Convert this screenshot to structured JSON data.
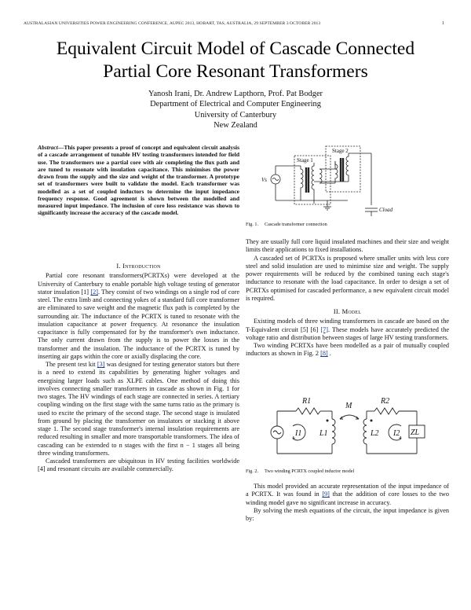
{
  "header": {
    "running_head": "AUSTRALASIAN UNIVERSITIES POWER ENGINEERING CONFERENCE, AUPEC 2013, HOBART, TAS, AUSTRALIA, 29 SEPTEMBER  3 OCTOBER 2013",
    "page_number": "1"
  },
  "title": {
    "line1": "Equivalent Circuit Model of Cascade Connected",
    "line2": "Partial Core Resonant Transformers"
  },
  "authors": {
    "names": "Yanosh Irani, Dr. Andrew Lapthorn, Prof. Pat Bodger",
    "department": "Department of Electrical and Computer Engineering",
    "university": "University of Canterbury",
    "country": "New Zealand"
  },
  "abstract": {
    "lead": "Abstract",
    "text": "—This paper presents a proof of concept and equivalent circuit analysis of a cascade arrangement of tunable HV testing transformers intended for field use. The transformers use a partial core with air completing the flux path and are tuned to resonate with insulation capacitance. This minimises the power drawn from the supply and the size and weight of the transformer. A prototype set of transformers were built to validate the model. Each transformer was modelled as a set of coupled inductors to determine the input impedance frequency response. Good agreement is shown between the modelled and measured input impedance. The inclusion of core loss resistance was shown to significantly increase the accuracy of the cascade model."
  },
  "section1": {
    "numeral": "I.",
    "heading": "Introduction",
    "p1": "Partial core resonant transformers(PCRTXs) were developed at the University of Canterbury to enable portable high voltage testing of generator stator insulation [1] ",
    "p1_ref": "[2]",
    "p1_rest": ". They consist of two windings on a single rod of core steel. The extra limb and connecting yokes of a standard full core transformer are eliminated to save weight and the magnetic flux path is completed by the surrounding air. The inductance of the PCRTX is tuned to resonate with the insulation capacitance at power frequency. At resonance the insulation capacitance is fully compensated for by the transformer's own inductance. The only current drawn from the supply is to power the losses in the transformer and the insulation. The inductance of the PCRTX is tuned by inserting air gaps within the core or axially displacing the core.",
    "p2_a": "The present test kit ",
    "p2_ref": "[3]",
    "p2_b": " was designed for testing generator stators but there is a need to extend its capabilities by generating higher voltages and energising larger loads such as XLPE cables. One method of doing this involves connecting smaller transformers in cascade as shown in Fig. 1 for two stages. The HV windings of each stage are connected in series. A tertiary coupling winding on the first stage with the same turns ratio as the primary is used to excite the primary of the second stage. The second stage is insulated from ground by placing the transformer on insulators or stacking it above stage 1. The second stage transformer's internal insulation requirements are reduced resulting in smaller and more transportable transformers. The idea of cascading can be extended to n stages with the first n − 1 stages all being three winding transformers.",
    "p3": "Cascaded transformers are ubiquitous in HV testing facilities worldwide [4] and resonant circuits are available commercially."
  },
  "figure1": {
    "stage1_label": "Stage 1",
    "stage2_label": "Stage 2",
    "source_label": "Vs",
    "load_label": "Cload",
    "caption_label": "Fig. 1.",
    "caption_text": "Cascade transformer connection"
  },
  "right_text": {
    "p1": "They are usually full core liquid insulated machines and their size and weight limits their applications to fixed installations.",
    "p2": "A cascaded set of PCRTXs is proposed where smaller units with less core steel and solid insulation are used to minimise size and weight. The supply power requirements will be reduced by the combined tuning each stage's inductance to resonate with the load capacitance. In order to design a set of PCRTXs optimised for cascaded performance, a new equivalent circuit model is required."
  },
  "section2": {
    "numeral": "II.",
    "heading": "Model",
    "p1_a": "Existing models of three winding transformers in cascade are based on the T-Equivalent circuit [5] [6] ",
    "p1_ref": "[7]",
    "p1_b": ". These models have accurately predicted the voltage ratio and distribution between stages of large HV testing transformers.",
    "p2_a": "Two winding PCRTXs have been modelled as a pair of mutually coupled inductors as shown in Fig. 2 ",
    "p2_ref": "[8]",
    "p2_b": " ."
  },
  "figure2": {
    "r1": "R1",
    "r2": "R2",
    "m": "M",
    "i1": "I1",
    "i2": "I2",
    "l1": "L1",
    "l2": "L2",
    "zl": "ZL",
    "caption_label": "Fig. 2.",
    "caption_text": "Two winding PCRTX coupled inductor model"
  },
  "section2_cont": {
    "p3_a": "This model provided an accurate representation of the input impedance of a PCRTX. It was found in ",
    "p3_ref": "[9]",
    "p3_b": " that the addition of core losses to the two winding model gave no significant increase in accuracy.",
    "p4": "By solving the mesh equations of the circuit, the input impedance is given by:"
  }
}
